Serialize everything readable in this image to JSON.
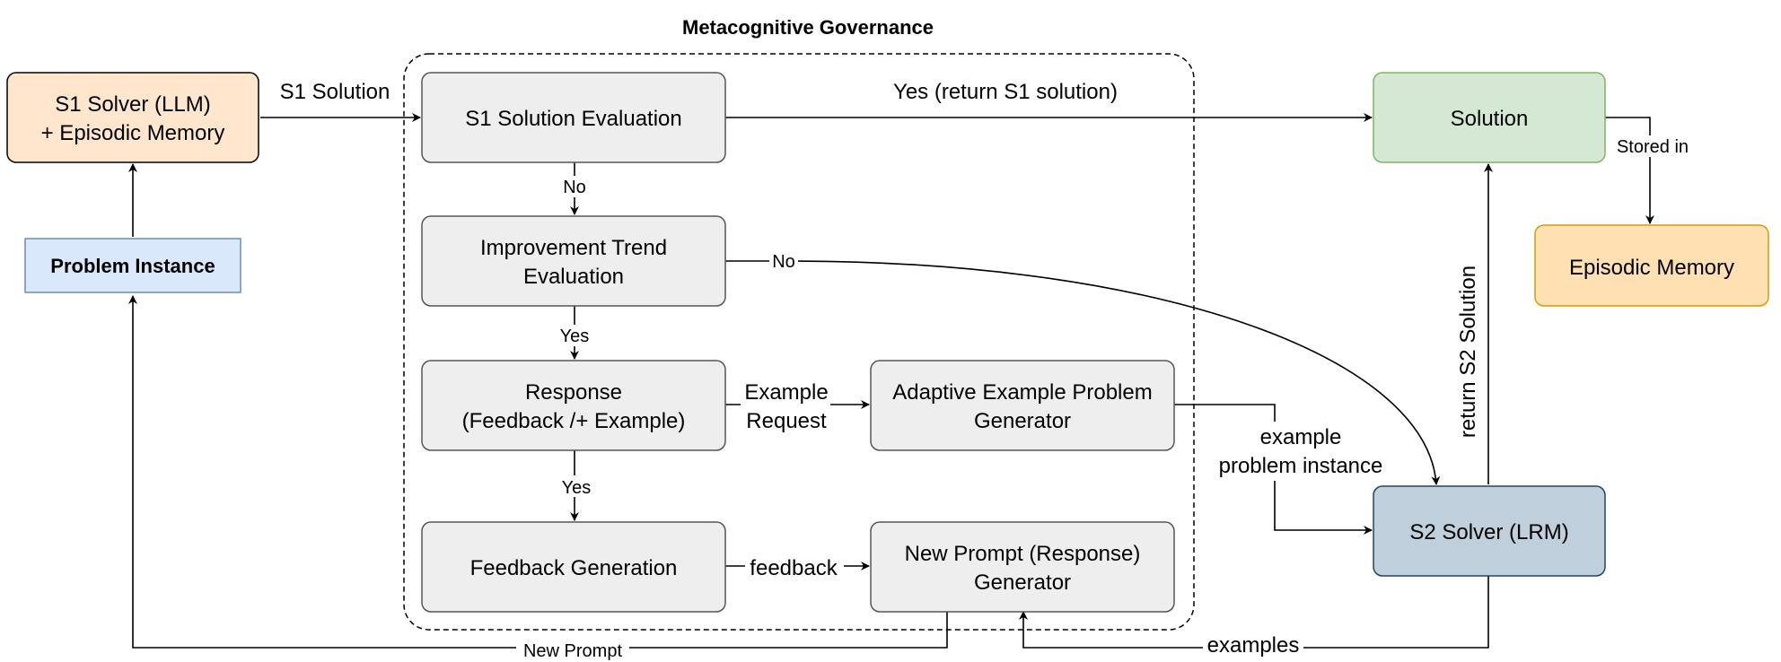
{
  "diagram": {
    "group_title": "Metacognitive Governance",
    "nodes": {
      "s1_solver": {
        "lines": [
          "S1 Solver (LLM)",
          "+ Episodic Memory"
        ]
      },
      "problem_instance": {
        "lines": [
          "Problem Instance"
        ]
      },
      "s1_eval": {
        "lines": [
          "S1 Solution Evaluation"
        ]
      },
      "trend_eval": {
        "lines": [
          "Improvement Trend",
          "Evaluation"
        ]
      },
      "response": {
        "lines": [
          "Response",
          "(Feedback /+ Example)"
        ]
      },
      "feedback_gen": {
        "lines": [
          "Feedback Generation"
        ]
      },
      "adaptive_gen": {
        "lines": [
          "Adaptive Example Problem",
          "Generator"
        ]
      },
      "prompt_gen": {
        "lines": [
          "New Prompt (Response)",
          "Generator"
        ]
      },
      "solution": {
        "lines": [
          "Solution"
        ]
      },
      "episodic_memory": {
        "lines": [
          "Episodic Memory"
        ]
      },
      "s2_solver": {
        "lines": [
          "S2 Solver (LRM)"
        ]
      }
    },
    "edge_labels": {
      "s1_solution": [
        "S1 Solution"
      ],
      "yes_return": [
        "Yes (return S1 solution)"
      ],
      "no_1": [
        "No"
      ],
      "no_2": [
        "No"
      ],
      "yes_1": [
        "Yes"
      ],
      "yes_2": [
        "Yes"
      ],
      "example_request": [
        "Example",
        "Request"
      ],
      "example_problem": [
        "example",
        "problem instance"
      ],
      "feedback": [
        "feedback"
      ],
      "stored_in": [
        "Stored in"
      ],
      "return_s2": [
        "return S2 Solution"
      ],
      "new_prompt": [
        "New Prompt"
      ],
      "examples": [
        "examples"
      ]
    },
    "colors": {
      "s1_fill": "#ffe6cc",
      "s1_stroke": "#000000",
      "problem_fill": "#dae8fc",
      "problem_stroke": "#6c8ebf",
      "gray_fill": "#eeeeee",
      "gray_stroke": "#555555",
      "solution_fill": "#d5e8d4",
      "solution_stroke": "#82b366",
      "memory_fill": "#ffe0b3",
      "memory_stroke": "#d79b00",
      "s2_fill": "#bfcfdc",
      "s2_stroke": "#23445d"
    }
  }
}
